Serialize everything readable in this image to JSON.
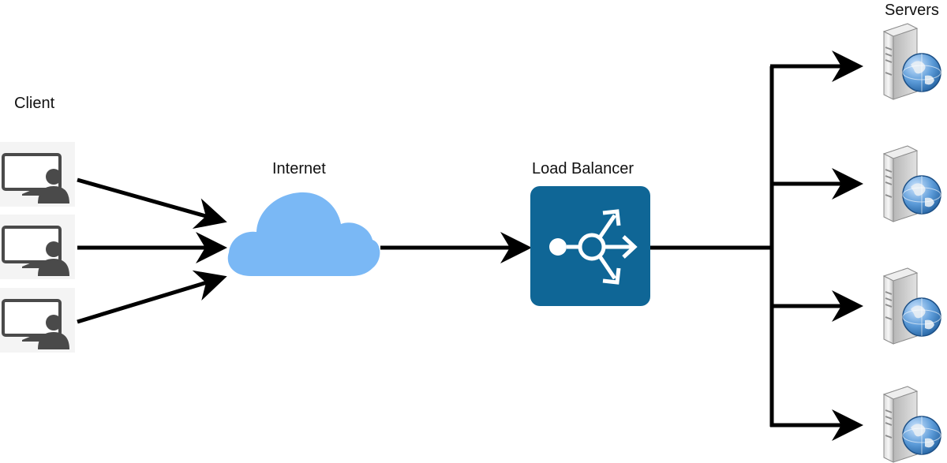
{
  "labels": {
    "client": "Client",
    "internet": "Internet",
    "load_balancer": "Load Balancer",
    "servers": "Servers"
  },
  "icons": {
    "client": "user-computer-icon",
    "internet": "cloud-icon",
    "load_balancer": "load-balancer-icon",
    "server": "web-server-icon"
  },
  "nodes": {
    "client_count": 3,
    "server_count": 4
  },
  "colors": {
    "cloud": "#7ab8f5",
    "load_balancer": "#0f6696",
    "lines": "#000000",
    "client_icon": "#4a4a4a"
  }
}
